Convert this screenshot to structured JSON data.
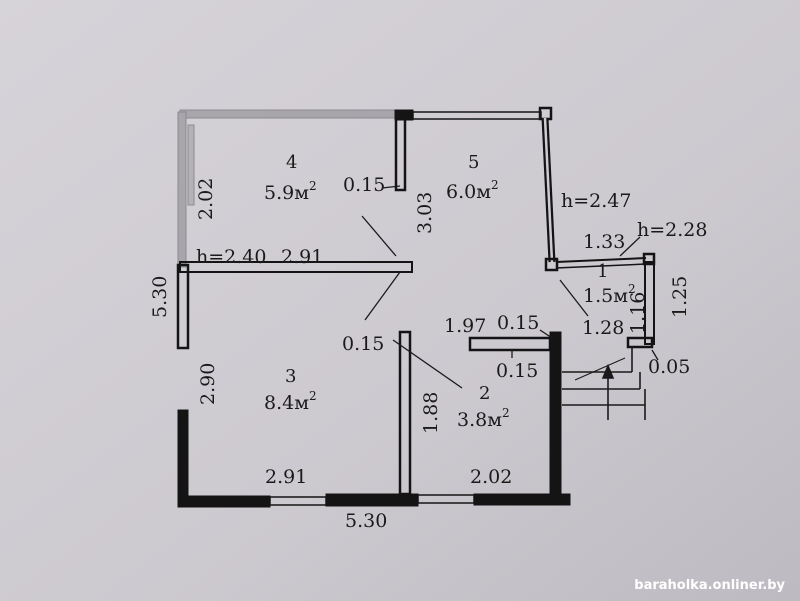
{
  "rooms": [
    {
      "number": "1",
      "area": "1.5м",
      "sup": "2"
    },
    {
      "number": "2",
      "area": "3.8м",
      "sup": "2"
    },
    {
      "number": "3",
      "area": "8.4м",
      "sup": "2"
    },
    {
      "number": "4",
      "area": "5.9м",
      "sup": "2"
    },
    {
      "number": "5",
      "area": "6.0м",
      "sup": "2"
    }
  ],
  "heights": {
    "room4": "h=2.40",
    "room5": "h=2.47",
    "room1": "h=2.28"
  },
  "dimensions": {
    "overall_bottom": "5.30",
    "overall_left": "5.30",
    "room4_width": "2.91",
    "room4_depth": "2.02",
    "room5_depth": "3.03",
    "room3_width": "2.91",
    "room3_depth": "2.90",
    "room2_width": "2.02",
    "room2_depth": "1.88",
    "room2_wall_length": "1.97",
    "room1_width": "1.33",
    "room1_width_lower": "1.28",
    "room1_depth": "1.25",
    "room1_inner_depth": "1.16",
    "step": "0.05",
    "wall_a": "0.15",
    "wall_b": "0.15",
    "wall_c": "0.15",
    "wall_d": "0.15"
  },
  "watermark": "baraholka.onliner.by"
}
